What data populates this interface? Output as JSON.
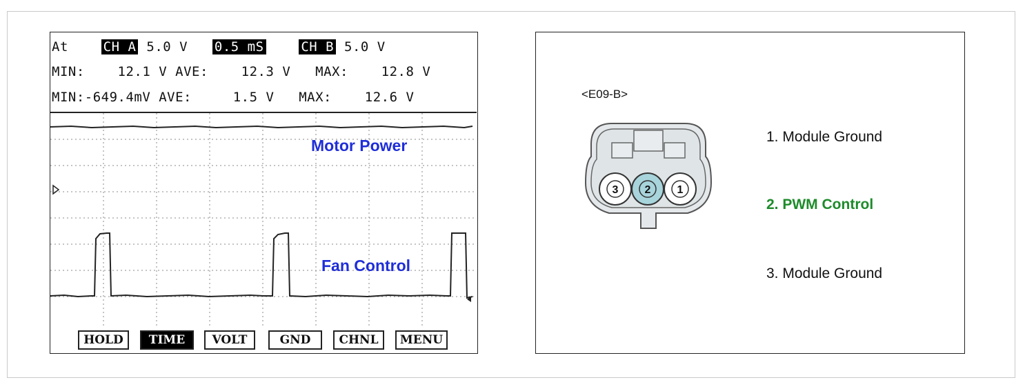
{
  "scope": {
    "row1": {
      "prefix": "At",
      "ch_a": "CH A",
      "ch_a_volts": "5.0 V",
      "timebase": "0.5 mS",
      "ch_b": "CH B",
      "ch_b_volts": "5.0 V"
    },
    "row2": {
      "min_label": "MIN:",
      "min": "12.1 V",
      "ave_label": "AVE:",
      "ave": "12.3 V",
      "max_label": "MAX:",
      "max": "12.8 V"
    },
    "row3": {
      "min_label": "MIN:",
      "min": "-649.4mV",
      "ave_label": "AVE:",
      "ave": "1.5 V",
      "max_label": "MAX:",
      "max": "12.6 V"
    },
    "traces": {
      "top_label": "Motor Power",
      "bottom_label": "Fan Control",
      "label_color": "#1f2ed8"
    },
    "softkeys": [
      {
        "label": "HOLD",
        "active": false
      },
      {
        "label": "TIME",
        "active": true
      },
      {
        "label": "VOLT",
        "active": false
      },
      {
        "label": "GND",
        "active": false
      },
      {
        "label": "CHNL",
        "active": false
      },
      {
        "label": "MENU",
        "active": false
      }
    ]
  },
  "connector": {
    "id": "<E09-B>",
    "pins": [
      {
        "number": "3",
        "description": "3. Module Ground",
        "highlighted": false
      },
      {
        "number": "2",
        "description": "2. PWM Control",
        "highlighted": true
      },
      {
        "number": "1",
        "description": "1. Module Ground",
        "highlighted": false
      }
    ],
    "highlight_color": "#1d8b2a",
    "highlight_pin_fill": "#a8d4dc"
  }
}
